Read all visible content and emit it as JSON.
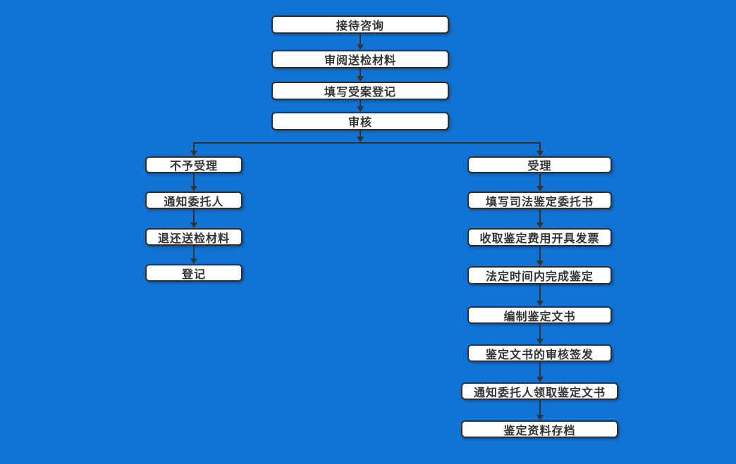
{
  "diagram": {
    "type": "flowchart",
    "description": "judicial appraisal acceptance process flowchart"
  },
  "colors": {
    "background": "#1173d3",
    "node_fill": "#ffffff",
    "node_border": "#2e2e2e",
    "node_text": "#333333",
    "connector": "#333333"
  },
  "flow": {
    "top_chain": [
      {
        "label": "接待咨询"
      },
      {
        "label": "审阅送检材料"
      },
      {
        "label": "填写受案登记"
      },
      {
        "label": "审核"
      }
    ],
    "left_branch": [
      {
        "label": "不予受理"
      },
      {
        "label": "通知委托人"
      },
      {
        "label": "退还送检材料"
      },
      {
        "label": "登记"
      }
    ],
    "right_branch": [
      {
        "label": "受理"
      },
      {
        "label": "填写司法鉴定委托书"
      },
      {
        "label": "收取鉴定费用开具发票"
      },
      {
        "label": "法定时间内完成鉴定"
      },
      {
        "label": "编制鉴定文书"
      },
      {
        "label": "鉴定文书的审核签发"
      },
      {
        "label": "通知委托人领取鉴定文书"
      },
      {
        "label": "鉴定资料存档"
      }
    ]
  }
}
